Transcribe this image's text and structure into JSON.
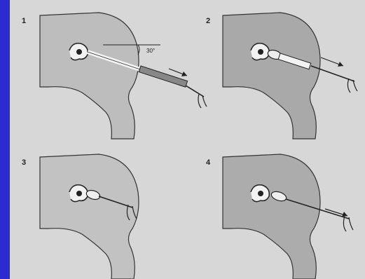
{
  "background_color": "#2a2bd0",
  "paper_color": "#d7d7d7",
  "panels": [
    {
      "number": "1",
      "fill": "#bdbdbd",
      "angle_label": "30°"
    },
    {
      "number": "2",
      "fill": "#a9a9a9"
    },
    {
      "number": "3",
      "fill": "#c2c2c2"
    },
    {
      "number": "4",
      "fill": "#acacac"
    }
  ]
}
